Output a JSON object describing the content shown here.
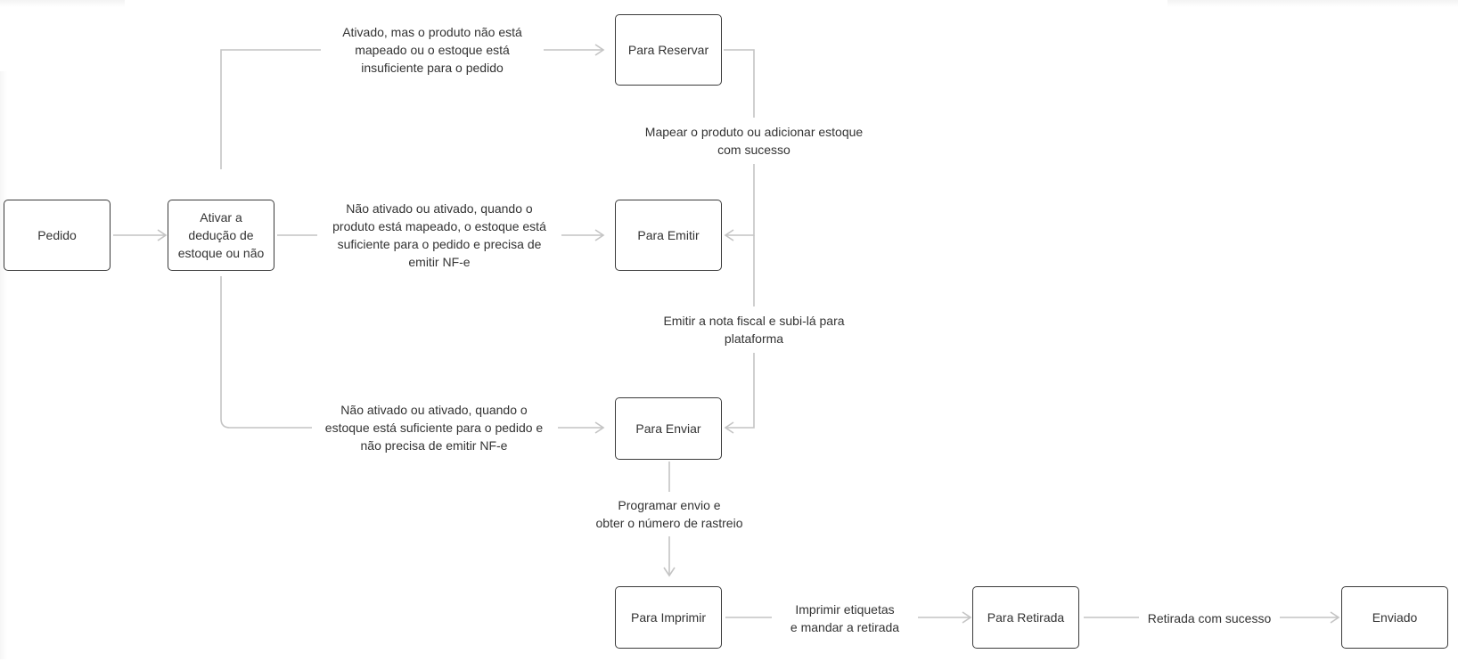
{
  "nodes": {
    "pedido": "Pedido",
    "ativar": "Ativar a\ndedução de\nestoque ou não",
    "para_reservar": "Para Reservar",
    "para_emitir": "Para Emitir",
    "para_enviar": "Para Enviar",
    "para_imprimir": "Para Imprimir",
    "para_retirada": "Para Retirada",
    "enviado": "Enviado"
  },
  "edges": {
    "to_reservar": "Ativado, mas o produto não está\nmapeado ou o estoque está\ninsuficiente  para o pedido",
    "to_emitir": "Não ativado ou ativado, quando o\nproduto está mapeado, o estoque está\nsuficiente para o pedido e precisa de\nemitir NF-e",
    "to_enviar": "Não ativado ou ativado, quando o\nestoque está suficiente para o pedido e\nnão precisa de emitir NF-e",
    "reservar_to_emitir": "Mapear o produto ou adicionar estoque\ncom sucesso",
    "emitir_to_enviar": "Emitir a nota fiscal e subi-lá para\nplataforma",
    "enviar_to_imprimir": "Programar envio e\nobter o número de rastreio",
    "imprimir_to_retirada": "Imprimir etiquetas\ne mandar a retirada",
    "retirada_to_enviado": "Retirada com sucesso"
  },
  "colors": {
    "line": "#c4c4c4",
    "border": "#3a3a3a",
    "text": "#333333"
  }
}
